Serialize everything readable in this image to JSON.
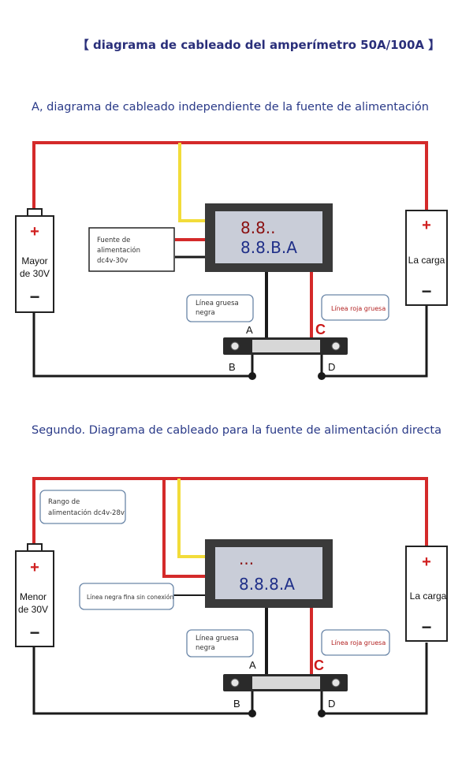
{
  "title": "【 diagrama de cableado del amperímetro 50A/100A 】",
  "section_a": {
    "heading": "A, diagrama de cableado independiente de la fuente de alimentación",
    "battery": {
      "plus": "+",
      "minus": "−",
      "label_line1": "Mayor",
      "label_line2": "de 30V"
    },
    "load": {
      "plus": "+",
      "minus": "−",
      "label": "La carga"
    },
    "meter": {
      "line1": "8.8..",
      "line2": "8.8.B.A"
    },
    "power_box": {
      "line1": "Fuente de",
      "line2": "alimentación",
      "line3": "dc4v-30v"
    },
    "note_black": {
      "line1": "Línea gruesa",
      "line2": "negra"
    },
    "note_red": "Línea roja gruesa",
    "terminals": {
      "a": "A",
      "b": "B",
      "c": "C",
      "d": "D"
    }
  },
  "section_b": {
    "heading": "Segundo. Diagrama de cableado para la fuente de alimentación directa",
    "battery": {
      "plus": "+",
      "minus": "−",
      "label_line1": "Menor",
      "label_line2": "de 30V"
    },
    "load": {
      "plus": "+",
      "minus": "−",
      "label": "La carga"
    },
    "meter": {
      "line1": "...",
      "line2": "8.8.8.A"
    },
    "range_box": {
      "line1": "Rango de",
      "line2": "alimentación dc4v-28v"
    },
    "note_thin": "Línea negra fina sin conexión",
    "note_black": {
      "line1": "Línea gruesa",
      "line2": "negra"
    },
    "note_red": "Línea roja gruesa",
    "terminals": {
      "a": "A",
      "b": "B",
      "c": "C",
      "d": "D"
    }
  },
  "colors": {
    "red_wire": "#d42a2a",
    "black_wire": "#1a1a1a",
    "yellow_wire": "#f2dc3a",
    "meter_bezel": "#3a3a3a",
    "meter_screen": "#c9cdd8"
  }
}
